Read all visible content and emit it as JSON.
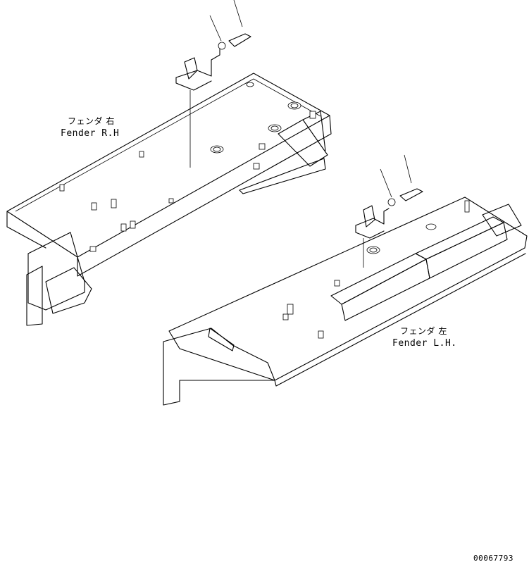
{
  "labels": {
    "right_jp": "フェンダ 右",
    "right_en": "Fender R.H",
    "left_jp": "フェンダ 左",
    "left_en": "Fender L.H.",
    "drawing_number": "00067793"
  },
  "parts": {
    "right_fender": "Fender R.H",
    "left_fender": "Fender L.H."
  }
}
